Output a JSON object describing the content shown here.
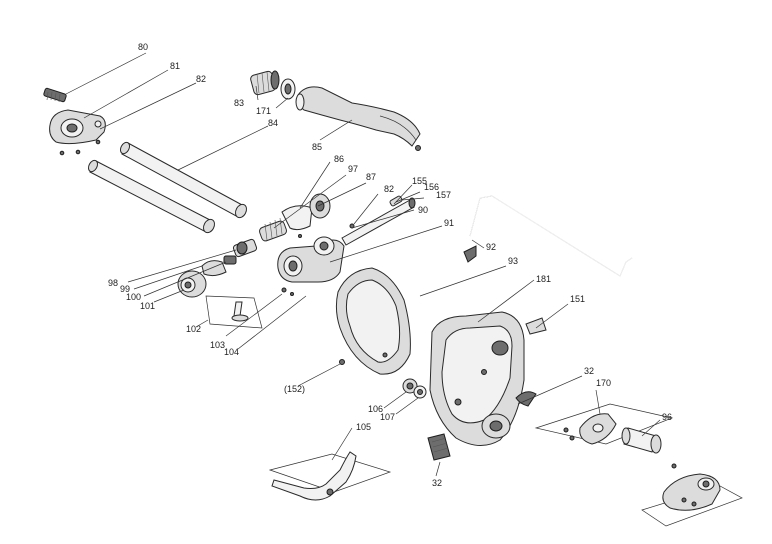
{
  "labels": {
    "p80": "80",
    "p81": "81",
    "p82a": "82",
    "p83": "83",
    "p171": "171",
    "p84": "84",
    "p85": "85",
    "p86": "86",
    "p97": "97",
    "p87": "87",
    "p82b": "82",
    "p155": "155",
    "p156": "156",
    "p157": "157",
    "p90": "90",
    "p91": "91",
    "p92": "92",
    "p93": "93",
    "p98": "98",
    "p99": "99",
    "p100": "100",
    "p101": "101",
    "p102": "102",
    "p103": "103",
    "p104": "104",
    "p181": "181",
    "p151": "151",
    "p152": "(152)",
    "p32a": "32",
    "p170": "170",
    "p106": "106",
    "p107": "107",
    "p96": "96",
    "p105": "105",
    "p32b": "32"
  }
}
